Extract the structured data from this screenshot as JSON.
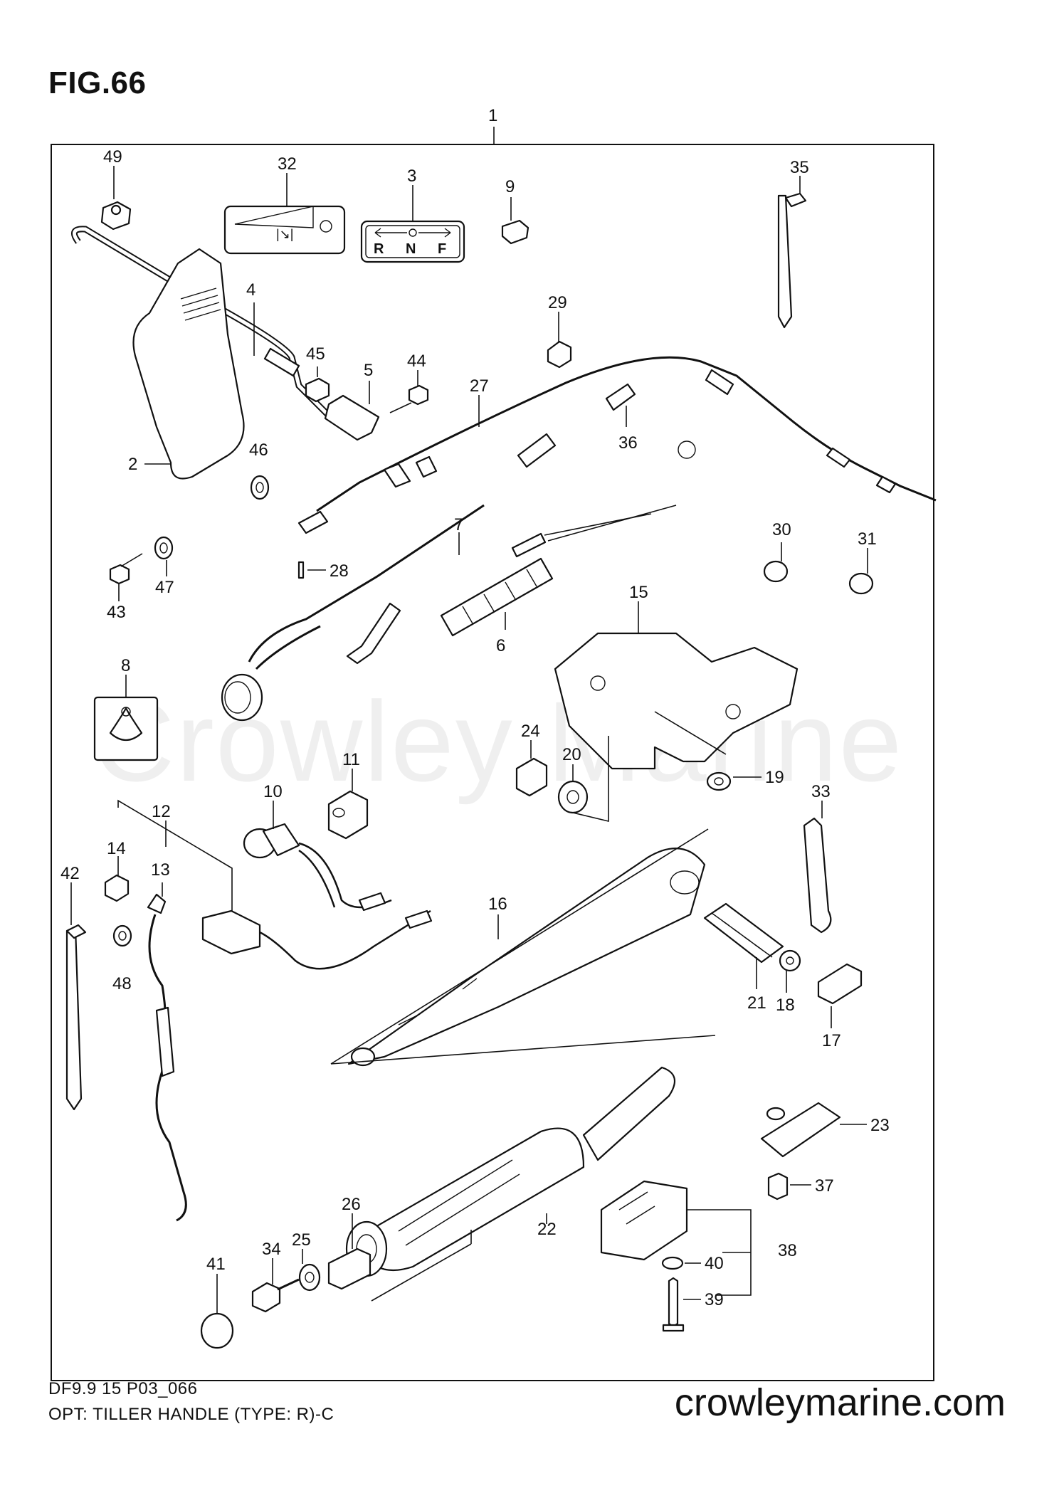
{
  "figure": {
    "title": "FIG.66",
    "assembly_number": "1"
  },
  "watermark": "Crowley Marine",
  "labels": {
    "decal_32": "32",
    "decal_3_text": "R N F",
    "callouts": [
      "1",
      "2",
      "3",
      "4",
      "5",
      "6",
      "7",
      "8",
      "9",
      "10",
      "11",
      "12",
      "13",
      "14",
      "15",
      "16",
      "17",
      "18",
      "19",
      "20",
      "21",
      "22",
      "23",
      "24",
      "25",
      "26",
      "27",
      "28",
      "29",
      "30",
      "31",
      "32",
      "33",
      "34",
      "35",
      "36",
      "37",
      "38",
      "39",
      "40",
      "41",
      "42",
      "43",
      "44",
      "45",
      "46",
      "47",
      "48",
      "49"
    ]
  },
  "decal_3": {
    "r": "R",
    "n": "N",
    "f": "F"
  },
  "footer": {
    "code": "DF9.9 15 P03_066",
    "description": "OPT: TILLER HANDLE (TYPE: R)-C",
    "site": "crowleymarine.com"
  },
  "colors": {
    "ink": "#111111",
    "background": "#ffffff"
  }
}
